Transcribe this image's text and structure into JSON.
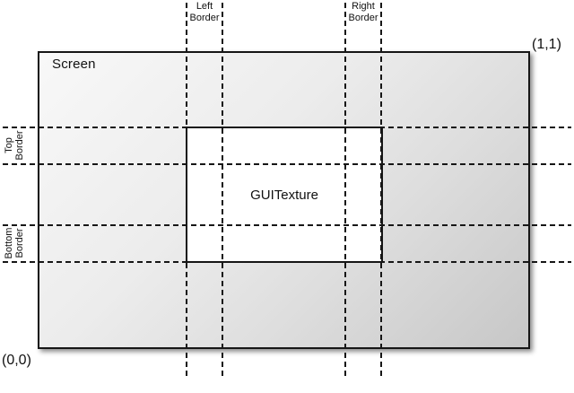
{
  "diagram": {
    "screen_label": "Screen",
    "texture_label": "GUITexture",
    "coords": {
      "origin": "(0,0)",
      "top_right": "(1,1)"
    },
    "border_labels": {
      "left": {
        "line1": "Left",
        "line2": "Border"
      },
      "right": {
        "line1": "Right",
        "line2": "Border"
      },
      "top": {
        "line1": "Top",
        "line2": "Border"
      },
      "bottom": {
        "line1": "Bottom",
        "line2": "Border"
      }
    },
    "colors": {
      "line": "#161616",
      "screen_gradient_start": "#f8f8f8",
      "screen_gradient_end": "#c7c7c7",
      "texture_fill": "#ffffff",
      "background": "#ffffff"
    }
  }
}
